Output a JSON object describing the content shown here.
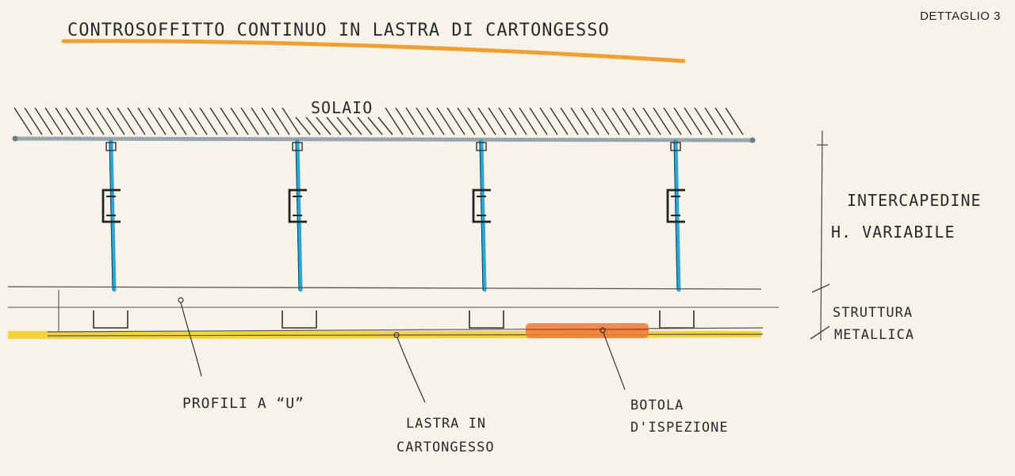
{
  "detail_tag": "DETTAGLIO 3",
  "title": "CONTROSOFFITTO CONTINUO IN LASTRA DI CARTONGESSO",
  "labels": {
    "slab": "SOLAIO",
    "gap_line1": "INTERCAPEDINE",
    "gap_line2": "H. VARIABILE",
    "structure_line1": "STRUTTURA",
    "structure_line2": "METALLICA",
    "u_profiles": "PROFILI A “U”",
    "board_line1": "LASTRA IN",
    "board_line2": "CARTONGESSO",
    "hatch_line1": "BOTOLA",
    "hatch_line2": "D'ISPEZIONE"
  },
  "colors": {
    "title_underline": "#f0a030",
    "hangers": "#2aa8d8",
    "board": "#f2d230",
    "hatch": "#f07a3a",
    "slab_line": "#9aa6ae",
    "ink": "#2a2a2a"
  }
}
